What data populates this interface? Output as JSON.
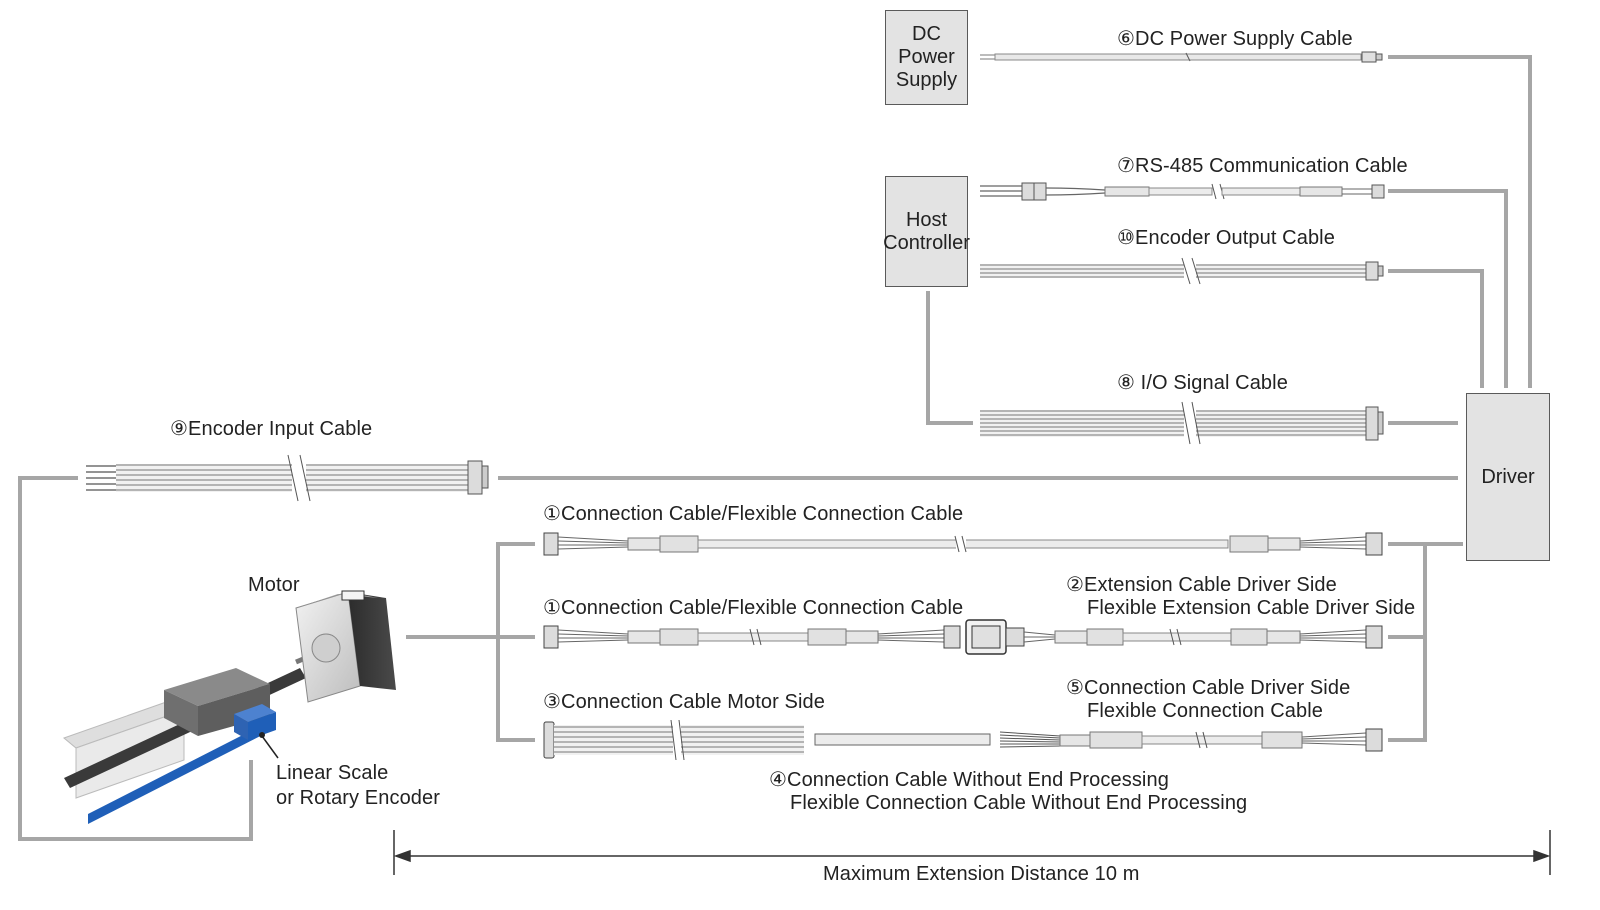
{
  "boxes": {
    "dc_power_supply": [
      "DC",
      "Power",
      "Supply"
    ],
    "host_controller": [
      "Host",
      "Controller"
    ],
    "driver": "Driver"
  },
  "cables": {
    "dc_power": "⑥DC Power Supply Cable",
    "rs485": "⑦RS-485 Communication Cable",
    "encoder_output": "⑩Encoder Output Cable",
    "io_signal": "⑧ I/O Signal Cable",
    "encoder_input": "⑨Encoder Input Cable",
    "connection_1a": "①Connection Cable/Flexible Connection Cable",
    "connection_1b": "①Connection Cable/Flexible Connection Cable",
    "extension_driver_side": [
      "②Extension Cable Driver Side",
      "Flexible Extension Cable Driver Side"
    ],
    "connection_motor_side": "③Connection Cable Motor Side",
    "connection_driver_side": [
      "⑤Connection Cable Driver Side",
      "Flexible Connection Cable"
    ],
    "without_end_processing": [
      "④Connection Cable Without End Processing",
      "Flexible Connection Cable Without End Processing"
    ]
  },
  "motor_label": "Motor",
  "encoder_label": [
    "Linear Scale",
    "or Rotary Encoder"
  ],
  "distance_label": "Maximum Extension Distance 10 m",
  "colors": {
    "line": "#a6a6a6",
    "box_fill": "#e3e3e3",
    "scale_blue": "#1f5fb8",
    "motor_dark": "#3a3a3a"
  }
}
